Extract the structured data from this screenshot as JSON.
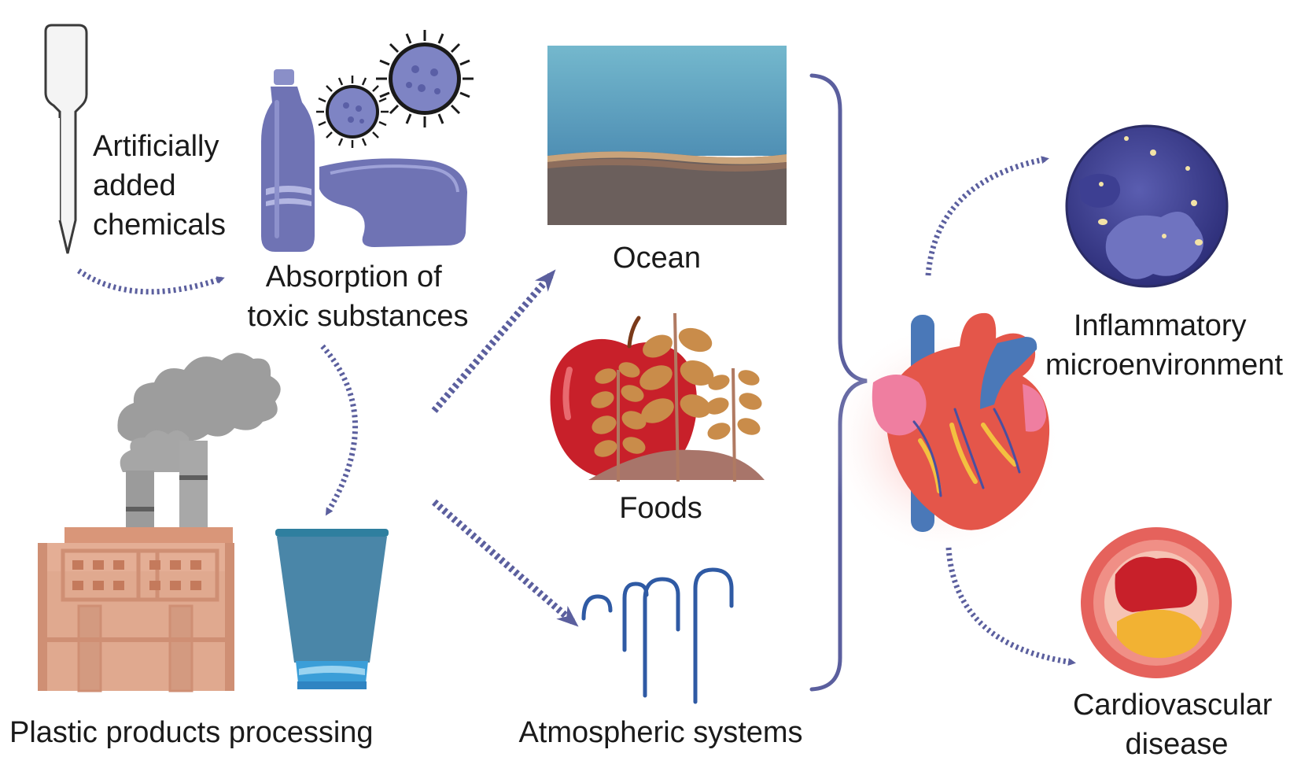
{
  "labels": {
    "chemicals": [
      "Artificially",
      "added",
      "chemicals"
    ],
    "absorption": [
      "Absorption of",
      "toxic substances"
    ],
    "plastic_processing": "Plastic products processing",
    "ocean": "Ocean",
    "foods": "Foods",
    "atmospheric": "Atmospheric systems",
    "inflammatory": [
      "Inflammatory",
      "microenvironment"
    ],
    "cardiovascular": [
      "Cardiovascular",
      "disease"
    ]
  },
  "colors": {
    "arrow": "#5b5f9e",
    "plastic_purple": "#6f73b4",
    "ocean_water": "#6ab0c8",
    "ocean_floor": "#6b5f5c",
    "apple_red": "#c8202a",
    "leaf_brown": "#c98c4a",
    "factory": "#e0a98f",
    "smoke": "#9d9d9d",
    "cup_blue": "#4a86a8",
    "heart_red": "#e4564a",
    "vessel_blue": "#4a78b8",
    "cell_purple": "#4a4a9a",
    "artery_red": "#e5625c",
    "plaque_yellow": "#f2b233"
  },
  "icons": [
    "dropper-icon",
    "plastic-bottle-icon",
    "virus-icon",
    "plastic-bag-icon",
    "factory-icon",
    "smoke-icon",
    "plastic-cup-icon",
    "ocean-icon",
    "apple-icon",
    "plant-icon",
    "fiber-icon",
    "brace-icon",
    "heart-icon",
    "cell-icon",
    "artery-icon"
  ]
}
